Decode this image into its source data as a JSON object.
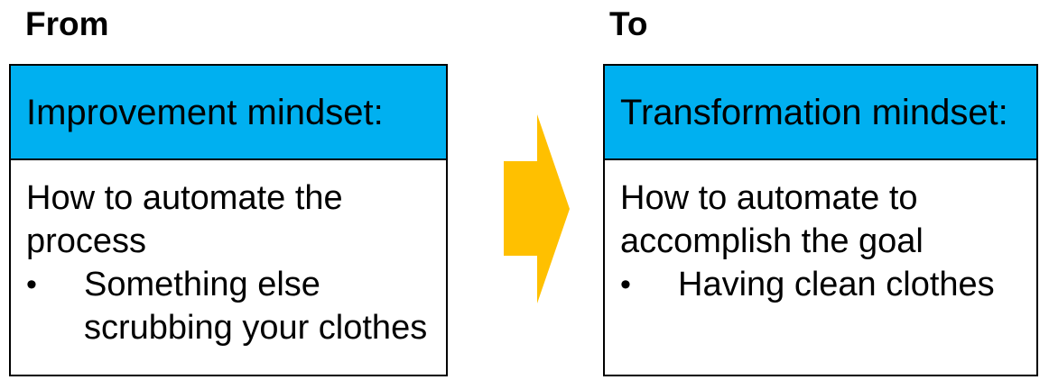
{
  "labels": {
    "from": "From",
    "to": "To"
  },
  "bullet_char": "•",
  "boxes": {
    "from": {
      "header": "Improvement mindset:",
      "body": "How to automate the\nprocess",
      "bullet": "Something else\nscrubbing your clothes"
    },
    "to": {
      "header": "Transformation mindset:",
      "body": "How to automate to\naccomplish the goal",
      "bullet": "Having clean clothes"
    }
  },
  "colors": {
    "header_bg": "#00B0F0",
    "arrow": "#FFC000",
    "border": "#000000",
    "text": "#000000",
    "background": "#FFFFFF"
  }
}
